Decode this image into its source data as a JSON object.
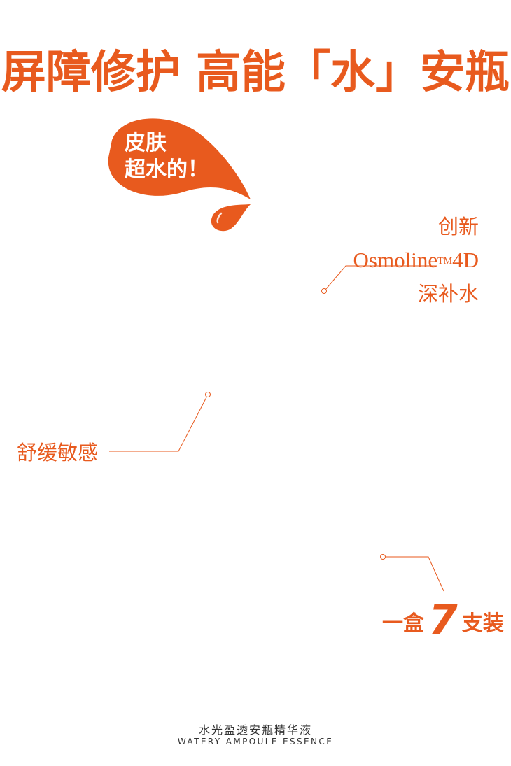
{
  "colors": {
    "accent": "#e85a1e",
    "text": "#333333"
  },
  "title": "屏障修护 高能「水」安瓶",
  "bubble": {
    "line1": "皮肤",
    "line2": "超水的！"
  },
  "feature_osmoline": {
    "line1": "创新",
    "brand": "Osmoline",
    "tm": "TM",
    "suffix": "4D",
    "line3": "深补水"
  },
  "feature_soothe": "舒缓敏感",
  "feature_box": {
    "prefix": "一盒",
    "number": "7",
    "suffix": "支装"
  },
  "footer": {
    "cn": "水光盈透安瓶精华液",
    "en": "WATERY AMPOULE ESSENCE"
  }
}
